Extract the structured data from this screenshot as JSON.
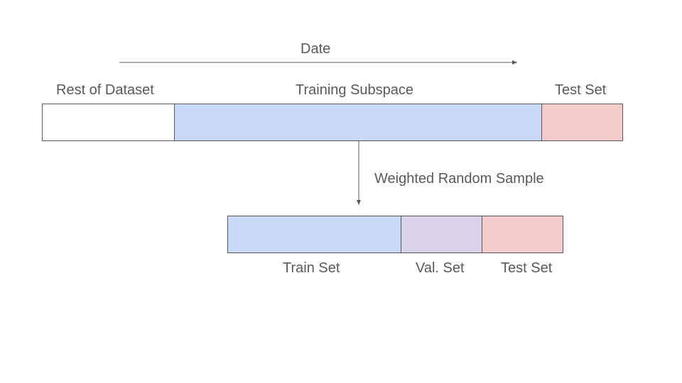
{
  "timeline": {
    "label": "Date"
  },
  "dataset_bar": {
    "segments": [
      {
        "label": "Rest of Dataset",
        "color": "#ffffff"
      },
      {
        "label": "Training Subspace",
        "color": "#c9daf8"
      },
      {
        "label": "Test Set",
        "color": "#f4cccc"
      }
    ]
  },
  "sampling": {
    "label": "Weighted Random Sample"
  },
  "split_bar": {
    "segments": [
      {
        "label": "Train Set",
        "color": "#c9daf8"
      },
      {
        "label": "Val. Set",
        "color": "#d9d2e9"
      },
      {
        "label": "Test Set",
        "color": "#f4cccc"
      }
    ]
  },
  "colors": {
    "line": "#595959",
    "text": "#595959"
  }
}
